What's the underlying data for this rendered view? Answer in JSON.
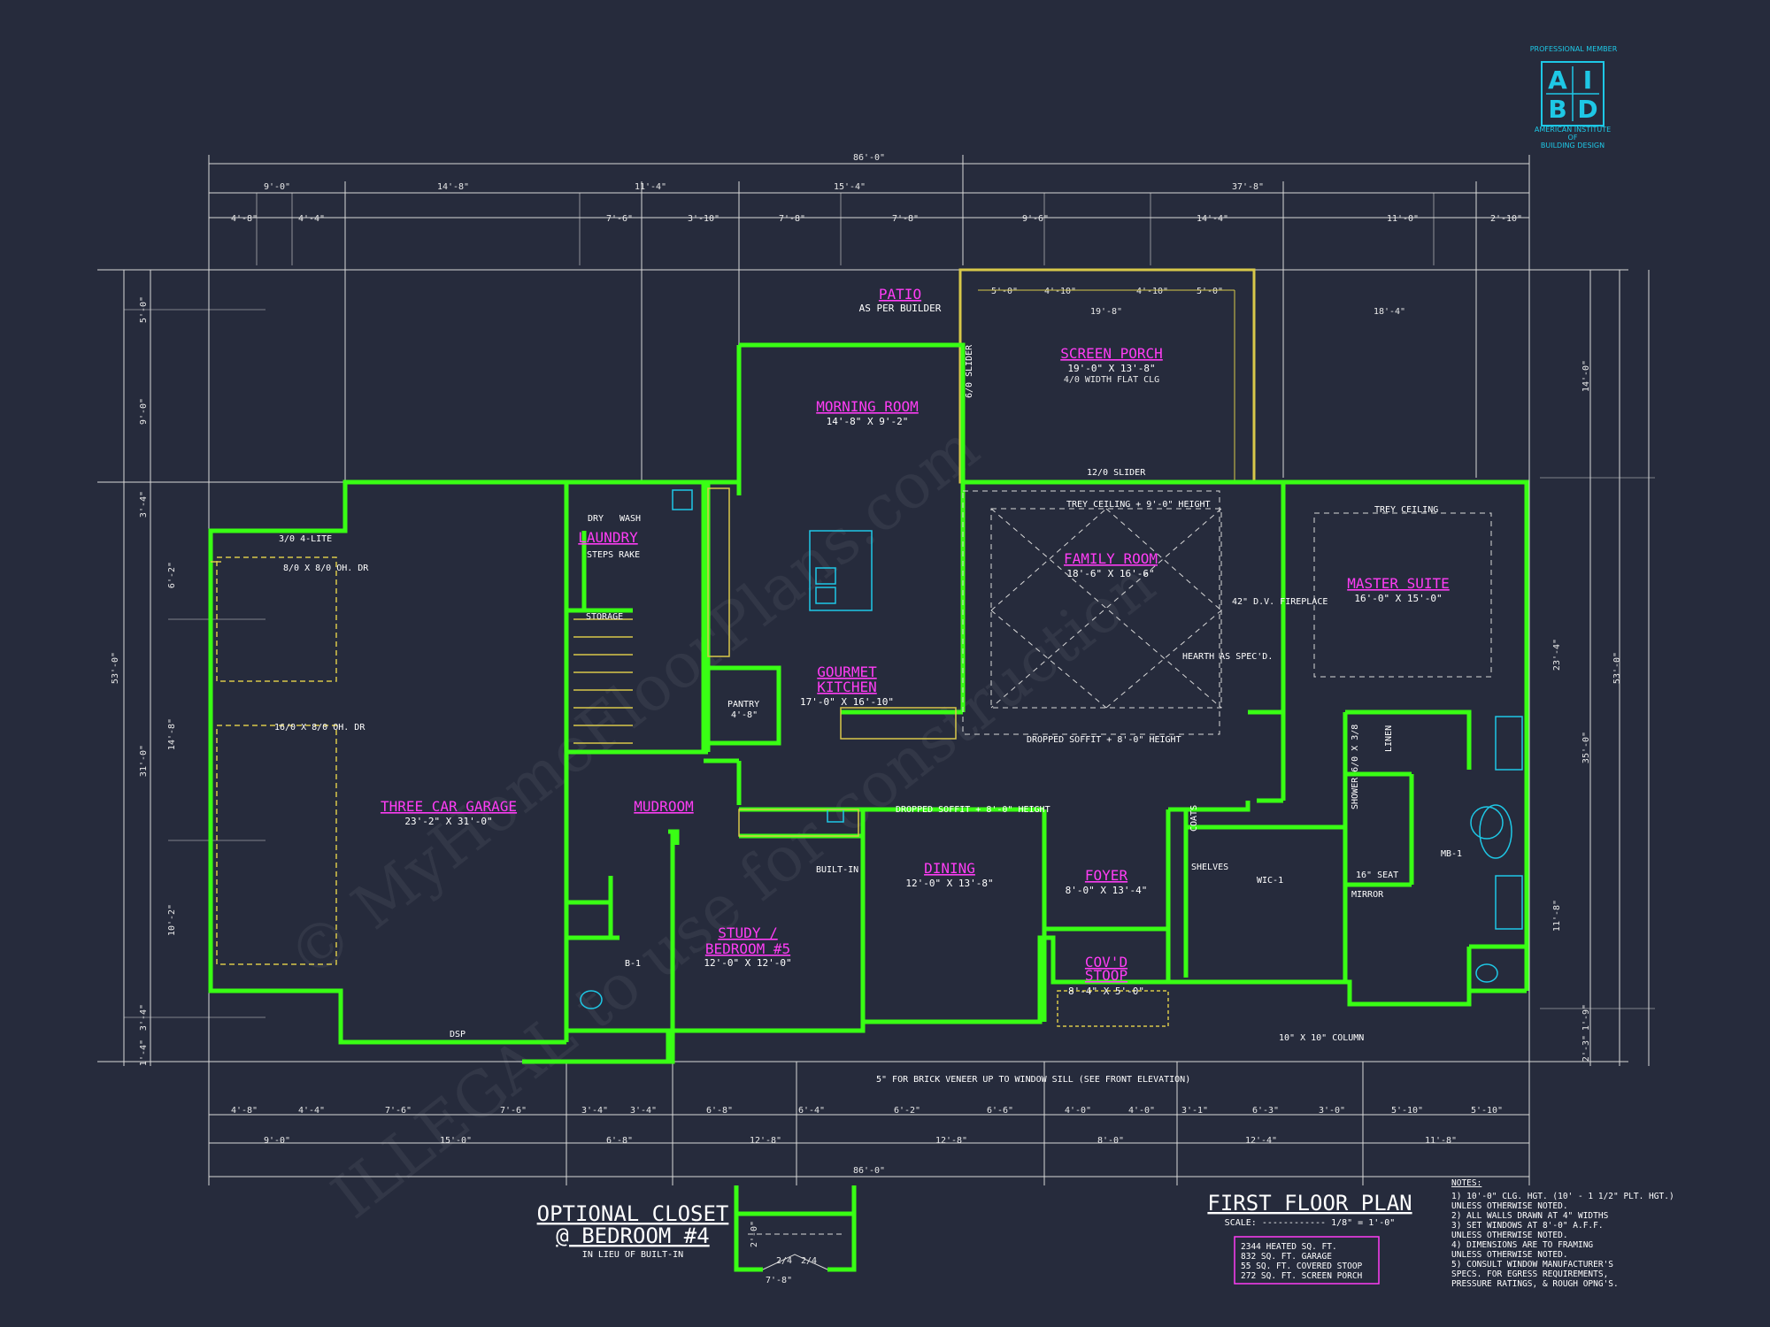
{
  "logo": {
    "top": "PROFESSIONAL MEMBER",
    "letters": [
      "A",
      "I",
      "B",
      "D"
    ],
    "bottom": [
      "AMERICAN INSTITUTE",
      "OF",
      "BUILDING DESIGN"
    ]
  },
  "dimensions": {
    "overall_top": "86'-0\"",
    "overall_bottom": "86'-0\"",
    "overall_left": "53'-0\"",
    "overall_right": "53'-0\"",
    "top_row1": [
      "9'-0\"",
      "14'-8\"",
      "11'-4\"",
      "15'-4\"",
      "37'-8\""
    ],
    "top_row2": [
      "4'-8\"",
      "4'-4\"",
      "7'-6\"",
      "3'-10\"",
      "7'-8\"",
      "7'-8\"",
      "9'-6\"",
      "14'-4\"",
      "11'-0\"",
      "2'-10\""
    ],
    "bottom_row1": [
      "4'-8\"",
      "4'-4\"",
      "7'-6\"",
      "7'-6\"",
      "3'-4\"",
      "3'-4\"",
      "6'-8\"",
      "6'-4\"",
      "6'-2\"",
      "6'-6\"",
      "4'-0\"",
      "4'-0\"",
      "3'-1\"",
      "6'-3\"",
      "3'-0\"",
      "5'-10\"",
      "5'-10\""
    ],
    "bottom_row2": [
      "9'-0\"",
      "15'-0\"",
      "6'-8\"",
      "12'-8\"",
      "12'-8\"",
      "8'-0\"",
      "12'-4\"",
      "11'-8\""
    ],
    "left_col": [
      "5'-0\"",
      "9'-0\"",
      "3'-4\"",
      "6'-2\"",
      "14'-8\"",
      "10'-2\"",
      "3'-4\"",
      "1'-4\""
    ],
    "left_col2": [
      "31'-0\""
    ],
    "right_col": [
      "14'-0\"",
      "23'-4\"",
      "35'-0\"",
      "11'-8\"",
      "1'-9\"",
      "2'-3\""
    ],
    "top_misc": [
      "5'-0\"",
      "4'-10\"",
      "4'-10\"",
      "5'-0\"",
      "19'-8\"",
      "18'-4\""
    ]
  },
  "rooms": [
    {
      "name": "PATIO",
      "size": "AS PER BUILDER"
    },
    {
      "name": "SCREEN PORCH",
      "size": "19'-0\" X 13'-8\"",
      "note": "4/0 WIDTH FLAT CLG"
    },
    {
      "name": "MORNING ROOM",
      "size": "14'-8\" X 9'-2\""
    },
    {
      "name": "LAUNDRY",
      "size": ""
    },
    {
      "name": "FAMILY ROOM",
      "size": "18'-6\" X 16'-6\""
    },
    {
      "name": "MASTER SUITE",
      "size": "16'-0\" X 15'-0\""
    },
    {
      "name": "GOURMET KITCHEN",
      "size": "17'-0\" X 16'-10\""
    },
    {
      "name": "THREE CAR GARAGE",
      "size": "23'-2\" X 31'-0\""
    },
    {
      "name": "MUDROOM",
      "size": ""
    },
    {
      "name": "DINING",
      "size": "12'-0\" X 13'-8\""
    },
    {
      "name": "FOYER",
      "size": "8'-0\" X 13'-4\""
    },
    {
      "name": "STUDY / BEDROOM #5",
      "size": "12'-0\" X 12'-0\""
    },
    {
      "name": "COV'D STOOP",
      "size": "8'-4\" X 5'-0\""
    }
  ],
  "labels": {
    "garage_door_top": "8/0 X 8/0 OH. DR",
    "garage_door_bottom": "16/0 X 8/0 OH. DR",
    "lite": "3/0 4-LITE",
    "storage": "STORAGE",
    "steps": "STEPS RAKE",
    "dry": "DRY",
    "wash": "WASH",
    "pantry": "PANTRY",
    "pantry_size": "4'-8\"",
    "wic": "WIC-1",
    "mb": "MB-1",
    "b1": "B-1",
    "shelves": "SHELVES",
    "coats": "COATS",
    "linen": "LINEN",
    "trey_family": "TREY CEILING + 9'-0\" HEIGHT",
    "trey_master": "TREY CEILING",
    "soffit1": "DROPPED SOFFIT + 8'-0\" HEIGHT",
    "soffit2": "DROPPED SOFFIT + 8'-0\" HEIGHT",
    "fireplace": "42\" D.V. FIREPLACE",
    "hearth": "HEARTH AS SPEC'D.",
    "slider1": "12/0 SLIDER",
    "slider2": "6/0 SLIDER",
    "built_in": "BUILT-IN",
    "brick": "5\" FOR BRICK VENEER UP TO WINDOW SILL (SEE FRONT ELEVATION)",
    "column": "10\" X 10\" COLUMN",
    "dsp": "DSP",
    "mirror": "MIRROR",
    "seat": "16\" SEAT",
    "shower": "SHOWER 6/0 X 3/8"
  },
  "optional_closet": {
    "title1": "OPTIONAL CLOSET",
    "title2": "@ BEDROOM #4",
    "sub": "IN LIEU OF BUILT-IN",
    "dims": [
      "7'-8\"",
      "2/4",
      "2/4",
      "2'-0\""
    ]
  },
  "plan_title": {
    "title": "FIRST FLOOR PLAN",
    "scale": "SCALE: ------------ 1/8\" = 1'-0\""
  },
  "areas": [
    "2344 HEATED SQ. FT.",
    "832 SQ. FT. GARAGE",
    "55 SQ. FT. COVERED STOOP",
    "272 SQ. FT. SCREEN PORCH"
  ],
  "notes": {
    "heading": "NOTES:",
    "items": [
      "1)  10'-0\" CLG. HGT. (10' - 1 1/2\" PLT. HGT.)",
      "     UNLESS OTHERWISE NOTED.",
      "2)  ALL WALLS DRAWN AT 4\" WIDTHS",
      "3)  SET WINDOWS AT 8'-0\" A.F.F.",
      "     UNLESS OTHERWISE NOTED.",
      "4)  DIMENSIONS ARE TO FRAMING",
      "     UNLESS OTHERWISE NOTED.",
      "5)  CONSULT WINDOW MANUFACTURER'S",
      "     SPECS. FOR EGRESS REQUIREMENTS,",
      "     PRESSURE RATINGS, & ROUGH OPNG'S."
    ]
  },
  "watermark": [
    "© MyHomeFloorPlans.com",
    "ILLEGAL to use for construction"
  ],
  "colors": {
    "background": "#262b3c",
    "walls": "#39ff14",
    "room_labels": "#ff3df5",
    "lines": "#ffffff",
    "accent": "#1ec8e6",
    "doors": "#d8c84a"
  }
}
